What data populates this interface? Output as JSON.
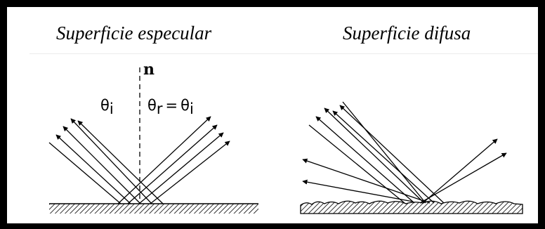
{
  "panels": {
    "specular": {
      "title": "Superficie especular"
    },
    "diffuse": {
      "title": "Superficie difusa"
    }
  },
  "labels": {
    "normal": "n",
    "theta_i": "θ",
    "theta_i_sub": "i",
    "theta_r": "θ",
    "theta_r_sub": "r",
    "equals": "=",
    "theta_i2": "θ",
    "theta_i2_sub": "i"
  }
}
